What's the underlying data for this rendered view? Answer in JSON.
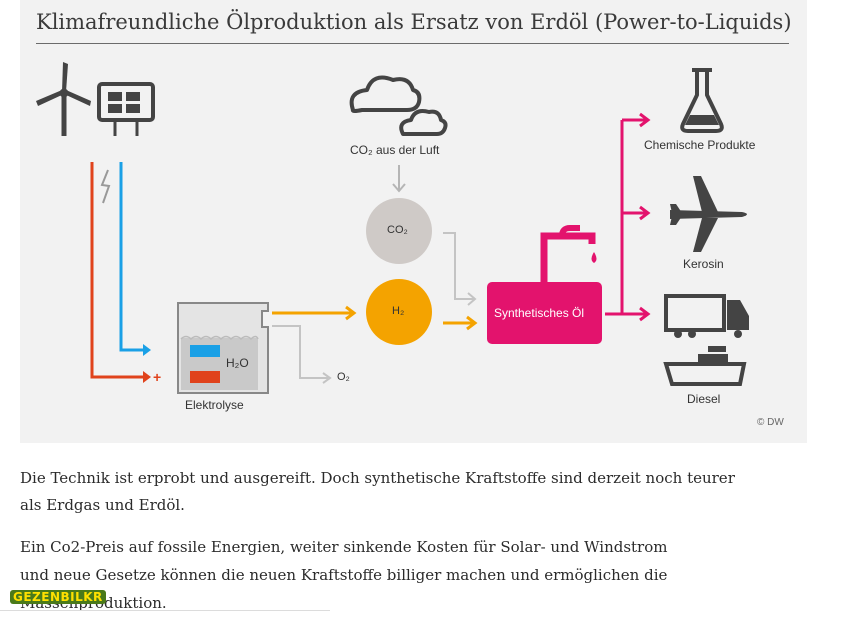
{
  "diagram": {
    "title": "Klimafreundliche Ölproduktion als Ersatz von Erdöl (Power-to-Liquids)",
    "labels": {
      "co2_air": "CO₂ aus der Luft",
      "co2": "CO₂",
      "h2": "H₂",
      "h2o": "H₂O",
      "o2": "O₂",
      "electrolysis": "Elektrolyse",
      "synthetic_oil": "Synthetisches Öl",
      "chemicals": "Chemische Produkte",
      "kerosene": "Kerosin",
      "diesel": "Diesel",
      "copyright": "© DW"
    },
    "signs": {
      "minus": "-",
      "plus": "+"
    },
    "colors": {
      "panel": "#f2f2f2",
      "blue": "#1aa0e6",
      "orange_red": "#e0431c",
      "yellow": "#f4a300",
      "magenta": "#e3136d",
      "gray_circle": "#cfcac7",
      "gray_arrow": "#bdbdbd",
      "icon_dark": "#444444"
    },
    "icons": [
      "wind-turbine-icon",
      "solar-panel-icon",
      "cloud-icon",
      "flask-icon",
      "airplane-icon",
      "truck-icon",
      "ship-icon",
      "oil-tank-icon",
      "lightning-icon"
    ]
  },
  "article": {
    "paragraph1_line1": "Die Technik ist erprobt und ausgereift. Doch synthetische Kraftstoffe sind derzeit noch teurer",
    "paragraph1_line2": "als Erdgas und Erdöl.",
    "paragraph2_line1": "Ein Co2-Preis auf fossile Energien, weiter sinkende Kosten für Solar- und Windstrom",
    "paragraph2_line2": "und neue Gesetze können die neuen Kraftstoffe billiger machen und ermöglichen die",
    "paragraph2_line3": "Massenproduktion."
  },
  "watermark": {
    "text": "GEZENBILKR"
  }
}
